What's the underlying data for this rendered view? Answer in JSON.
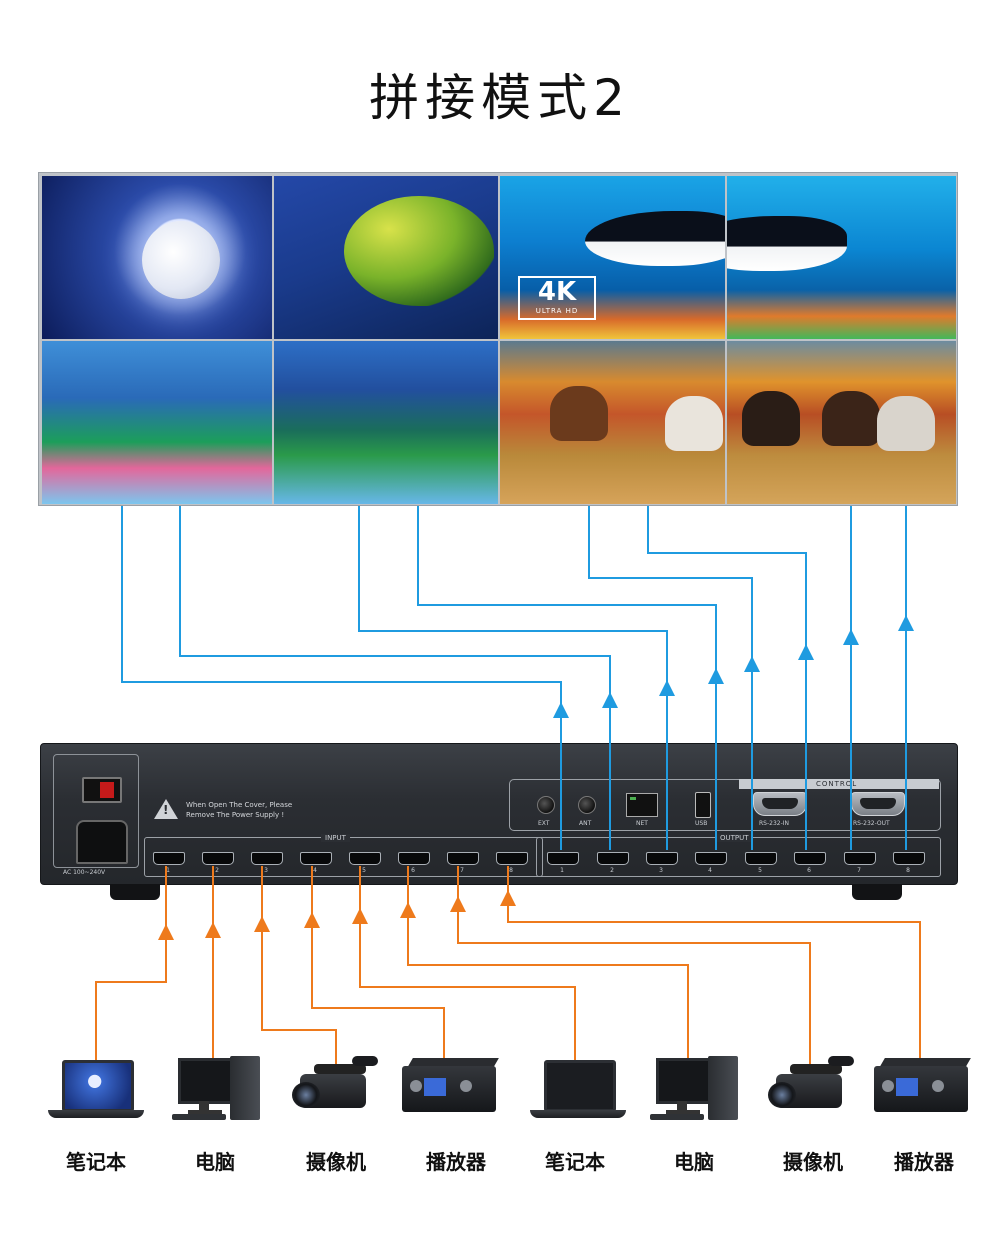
{
  "title": "拼接模式2",
  "device": {
    "warning_line1": "When Open The Cover, Please",
    "warning_line2": "Remove The Power Supply !",
    "power_label": "AC 100~240V",
    "input_label": "INPUT",
    "output_label": "OUTPUT",
    "control_label": "CONTROL",
    "port_ext": "EXT",
    "port_ant": "ANT",
    "port_net": "NET",
    "port_usb": "USB",
    "port_rs232_in": "RS-232-IN",
    "port_rs232_out": "RS-232-OUT",
    "input_numbers": [
      "1",
      "2",
      "3",
      "4",
      "5",
      "6",
      "7",
      "8"
    ],
    "output_numbers": [
      "1",
      "2",
      "3",
      "4",
      "5",
      "6",
      "7",
      "8"
    ]
  },
  "video_wall": {
    "badge_4k": "4K",
    "badge_uhd": "ULTRA HD"
  },
  "sources": [
    {
      "label": "笔记本",
      "icon": "laptop-icon"
    },
    {
      "label": "电脑",
      "icon": "desktop-computer-icon"
    },
    {
      "label": "摄像机",
      "icon": "camcorder-icon"
    },
    {
      "label": "播放器",
      "icon": "media-player-icon"
    },
    {
      "label": "笔记本",
      "icon": "laptop-icon"
    },
    {
      "label": "电脑",
      "icon": "desktop-computer-icon"
    },
    {
      "label": "摄像机",
      "icon": "camcorder-icon"
    },
    {
      "label": "播放器",
      "icon": "media-player-icon"
    }
  ],
  "colors": {
    "output_wire": "#1f9be0",
    "input_wire": "#ee7a1c",
    "device_body": "#2b2e33"
  }
}
